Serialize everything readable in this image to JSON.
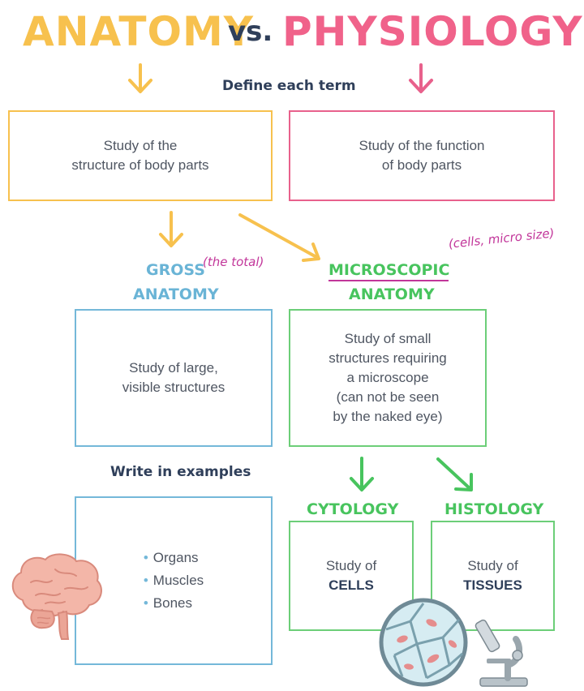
{
  "title": {
    "left": "ANATOMY",
    "middle": "vs.",
    "right": "PHYSIOLOGY"
  },
  "prompt_define": "Define each term",
  "anatomy_def": [
    "Study of the",
    "structure of body parts"
  ],
  "physiology_def": [
    "Study of the function",
    "of body parts"
  ],
  "gross": {
    "label_line1": "GROSS",
    "label_line2": "ANATOMY",
    "note": "(the total)",
    "definition": [
      "Study of large,",
      "visible structures"
    ]
  },
  "microscopic": {
    "label_line1": "MICROSCOPIC",
    "label_line2": "ANATOMY",
    "note": "(cells, micro size)",
    "definition": [
      "Study of small",
      "structures requiring",
      "a microscope",
      "(can not be seen",
      "by the naked eye)"
    ]
  },
  "prompt_examples": "Write in examples",
  "examples": [
    "Organs",
    "Muscles",
    "Bones"
  ],
  "cytology": {
    "label": "CYTOLOGY",
    "definition_line1": "Study of",
    "definition_line2": "CELLS"
  },
  "histology": {
    "label": "HISTOLOGY",
    "definition_line1": "Study of",
    "definition_line2": "TISSUES"
  },
  "colors": {
    "anatomy": "#f7c14e",
    "physiology": "#f0628a",
    "gross": "#74b8d9",
    "microscopic": "#6cce78",
    "annotation": "#c2369a",
    "heading": "#2f3f5a"
  },
  "icons": [
    "brain-icon",
    "cell-magnifier-icon",
    "microscope-icon"
  ]
}
